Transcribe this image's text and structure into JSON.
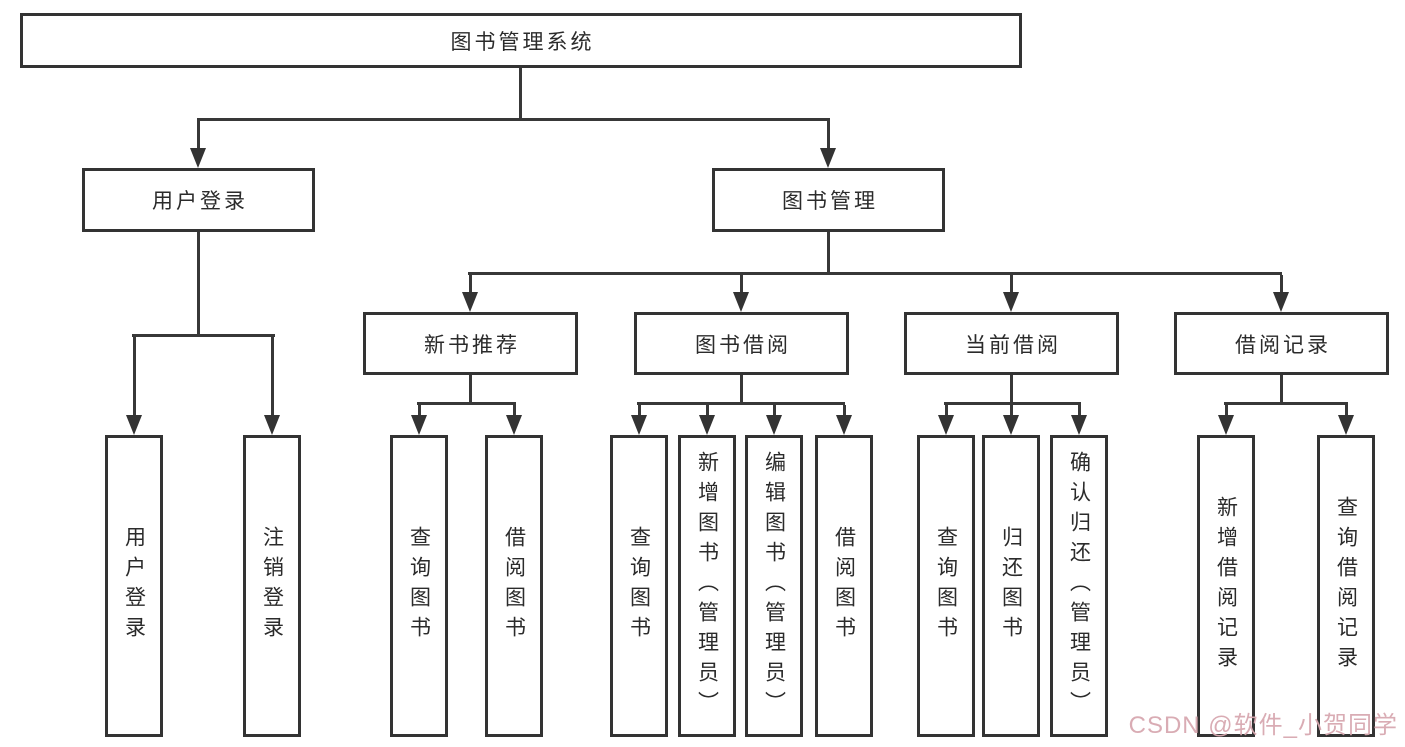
{
  "page": {
    "background_color": "#ffffff",
    "line_color": "#333333",
    "text_color": "#2b2b2b"
  },
  "tree": {
    "root": {
      "label": "图书管理系统"
    },
    "branches": [
      {
        "label": "用户登录",
        "children": [
          {
            "label": "用户登录"
          },
          {
            "label": "注销登录"
          }
        ]
      },
      {
        "label": "图书管理",
        "children": [
          {
            "label": "新书推荐",
            "children": [
              {
                "label": "查询图书"
              },
              {
                "label": "借阅图书"
              }
            ]
          },
          {
            "label": "图书借阅",
            "children": [
              {
                "label": "查询图书"
              },
              {
                "label": "新增图书（管理员）"
              },
              {
                "label": "编辑图书（管理员）"
              },
              {
                "label": "借阅图书"
              }
            ]
          },
          {
            "label": "当前借阅",
            "children": [
              {
                "label": "查询图书"
              },
              {
                "label": "归还图书"
              },
              {
                "label": "确认归还（管理员）"
              }
            ]
          },
          {
            "label": "借阅记录",
            "children": [
              {
                "label": "新增借阅记录"
              },
              {
                "label": "查询借阅记录"
              }
            ]
          }
        ]
      }
    ]
  },
  "watermark": {
    "text": "CSDN @软件_小贺同学",
    "color": "#d8a8b0"
  }
}
